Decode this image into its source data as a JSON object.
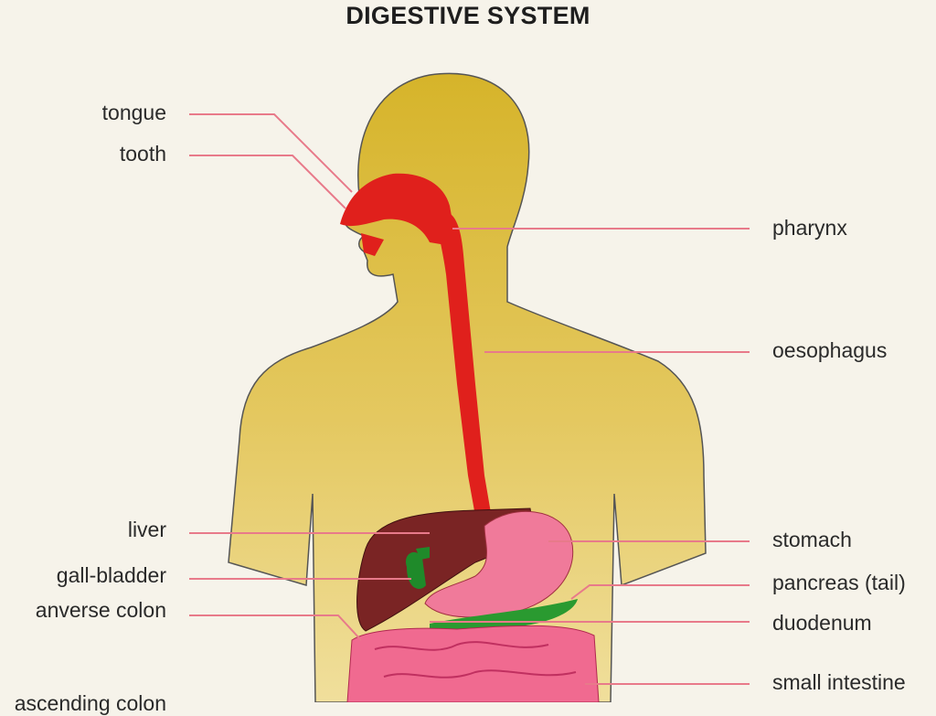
{
  "title": "DIGESTIVE SYSTEM",
  "labels_left": {
    "tongue": "tongue",
    "tooth": "tooth",
    "liver": "liver",
    "gall_bladder": "gall-bladder",
    "transverse_colon": "anverse colon",
    "ascending_colon": "ascending colon"
  },
  "labels_right": {
    "pharynx": "pharynx",
    "oesophagus": "oesophagus",
    "stomach": "stomach",
    "pancreas": "pancreas (tail)",
    "duodenum": "duodenum",
    "small_intestine": "small intestine"
  },
  "colors": {
    "body": "#d8b630",
    "digestive_tract": "#e0201c",
    "liver": "#7a2020",
    "stomach": "#f07a9a",
    "gall_bladder": "#1f8a2a",
    "leader_line": "#e87a8a"
  }
}
